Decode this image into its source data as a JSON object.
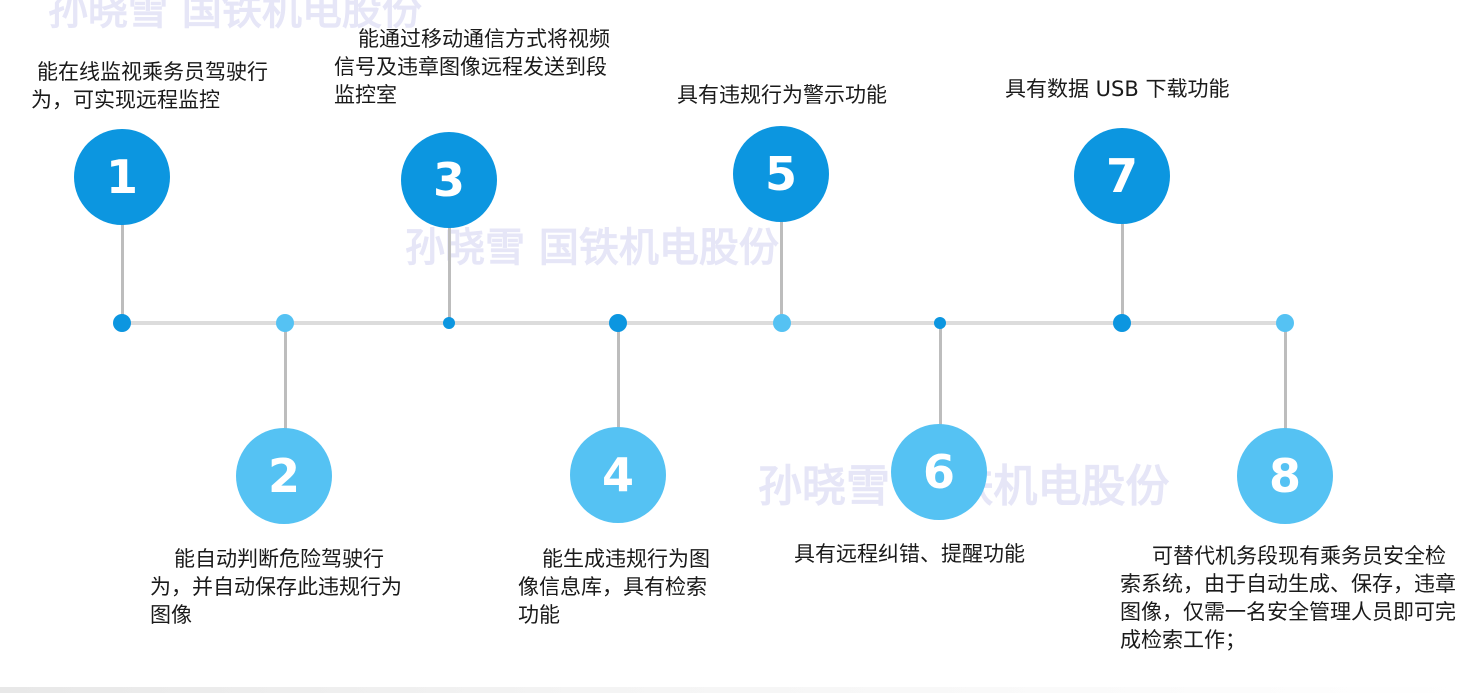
{
  "watermark": "孙晓雪  国铁机电股份",
  "milestones": [
    {
      "number": "1",
      "text": "能在线监视乘务员驾驶行为，可实现远程监控"
    },
    {
      "number": "2",
      "text": "能自动判断危险驾驶行为，并自动保存此违规行为图像"
    },
    {
      "number": "3",
      "text": "能通过移动通信方式将视频信号及违章图像远程发送到段监控室"
    },
    {
      "number": "4",
      "text": "能生成违规行为图像信息库，具有检索功能"
    },
    {
      "number": "5",
      "text": "具有违规行为警示功能"
    },
    {
      "number": "6",
      "text": "具有远程纠错、提醒功能"
    },
    {
      "number": "7",
      "text": "具有数据 USB 下载功能"
    },
    {
      "number": "8",
      "text": "可替代机务段现有乘务员安全检索系统，由于自动生成、保存，违章图像，仅需一名安全管理人员即可完成检索工作；"
    }
  ],
  "colors": {
    "dark_blue": "#0c96e0",
    "light_blue": "#55c2f3",
    "line": "#dcdcdc",
    "stem": "#bdbdbd"
  }
}
